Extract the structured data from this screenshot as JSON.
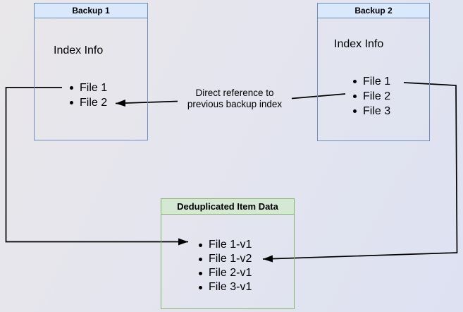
{
  "colors": {
    "bg_from": "#e9e7e9",
    "bg_mid": "#e4e5ee",
    "bg_to": "#dde1f2",
    "blue_fill": "#dae8fc",
    "blue_border": "#6c8ebf",
    "green_fill": "#d5e8d4",
    "green_border": "#82b366",
    "arrow": "#000000",
    "text": "#000000"
  },
  "backup1": {
    "title": "Backup 1",
    "subtitle": "Index Info",
    "files": [
      "File 1",
      "File 2"
    ]
  },
  "backup2": {
    "title": "Backup 2",
    "subtitle": "Index Info",
    "files": [
      "File 1",
      "File 2",
      "File 3"
    ]
  },
  "dedup": {
    "title": "Deduplicated Item Data",
    "files": [
      "File 1-v1",
      "File 1-v2",
      "File 2-v1",
      "File 3-v1"
    ]
  },
  "annotation": {
    "line1": "Direct reference to",
    "line2": "previous backup index"
  },
  "edges": [
    {
      "from": "Backup 1 / File 1",
      "to": "Deduplicated Item Data / File 1-v1"
    },
    {
      "from": "Backup 2 / File 1",
      "to": "Deduplicated Item Data / File 1-v2"
    },
    {
      "from": "Backup 2 / File 2",
      "to": "Backup 1 / File 2",
      "label": "Direct reference to previous backup index"
    }
  ]
}
